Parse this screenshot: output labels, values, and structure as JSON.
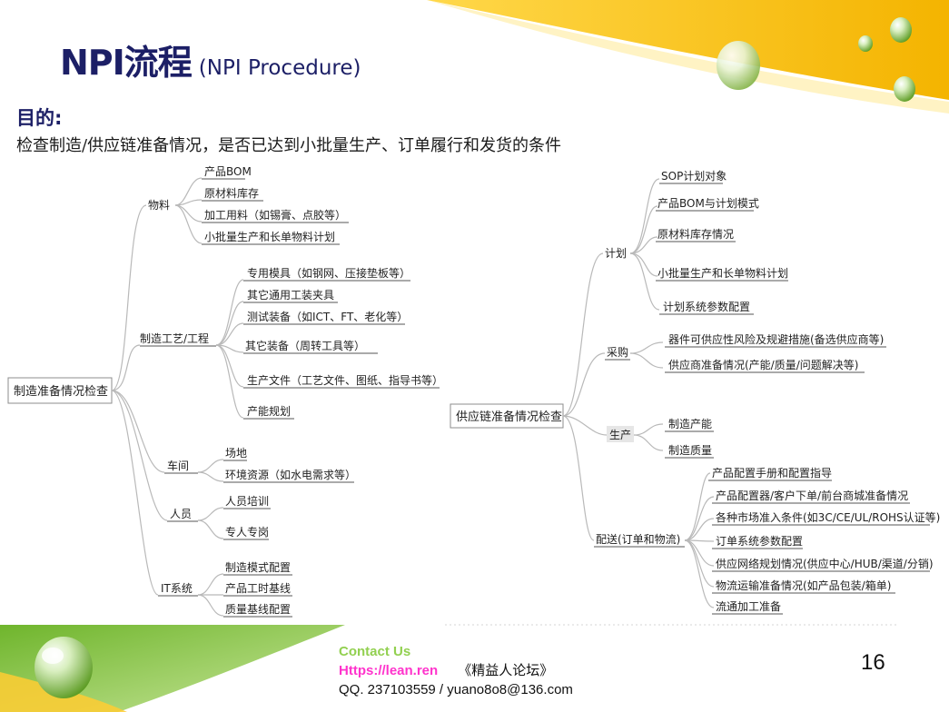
{
  "title": {
    "main": "NPI流程",
    "sub": "(NPI Procedure)"
  },
  "purpose": {
    "label": "目的:",
    "text": "检查制造/供应链准备情况，是否已达到小批量生产、订单履行和发货的条件"
  },
  "left_map": {
    "root": "制造准备情况检查",
    "branches": [
      {
        "label": "物料",
        "children": [
          "产品BOM",
          "原材料库存",
          "加工用料（如锡膏、点胶等）",
          "小批量生产和长单物料计划"
        ]
      },
      {
        "label": "制造工艺/工程",
        "children": [
          "专用模具（如钢网、压接垫板等）",
          "其它通用工装夹具",
          "测试装备（如ICT、FT、老化等）",
          "其它装备（周转工具等）",
          "生产文件（工艺文件、图纸、指导书等）",
          "产能规划"
        ]
      },
      {
        "label": "车间",
        "children": [
          "场地",
          "环境资源（如水电需求等）"
        ]
      },
      {
        "label": "人员",
        "children": [
          "人员培训",
          "专人专岗"
        ]
      },
      {
        "label": "IT系统",
        "children": [
          "制造模式配置",
          "产品工时基线",
          "质量基线配置"
        ]
      }
    ]
  },
  "right_map": {
    "root": "供应链准备情况检查",
    "branches": [
      {
        "label": "计划",
        "children": [
          "SOP计划对象",
          "产品BOM与计划模式",
          "原材料库存情况",
          "小批量生产和长单物料计划",
          "计划系统参数配置"
        ]
      },
      {
        "label": "采购",
        "children": [
          "器件可供应性风险及规避措施(备选供应商等)",
          "供应商准备情况(产能/质量/问题解决等)"
        ]
      },
      {
        "label": "生产",
        "children": [
          "制造产能",
          "制造质量"
        ]
      },
      {
        "label": "配送(订单和物流)",
        "children": [
          "产品配置手册和配置指导",
          "产品配置器/客户下单/前台商城准备情况",
          "各种市场准入条件(如3C/CE/UL/ROHS认证等)",
          "订单系统参数配置",
          "供应网络规划情况(供应中心/HUB/渠道/分销)",
          "物流运输准备情况(如产品包装/箱单)",
          "流通加工准备"
        ]
      }
    ]
  },
  "footer": {
    "contact": "Contact Us",
    "url": "Https://lean.ren",
    "forum": "《精益人论坛》",
    "qq": "QQ. 237103559 / yuano8o8@136.com"
  },
  "page_number": "16",
  "colors": {
    "title": "#1c1f66",
    "contact": "#92d050",
    "url": "#ff33cc",
    "accent_yellow": "#ffc000",
    "accent_green": "#92d050"
  }
}
